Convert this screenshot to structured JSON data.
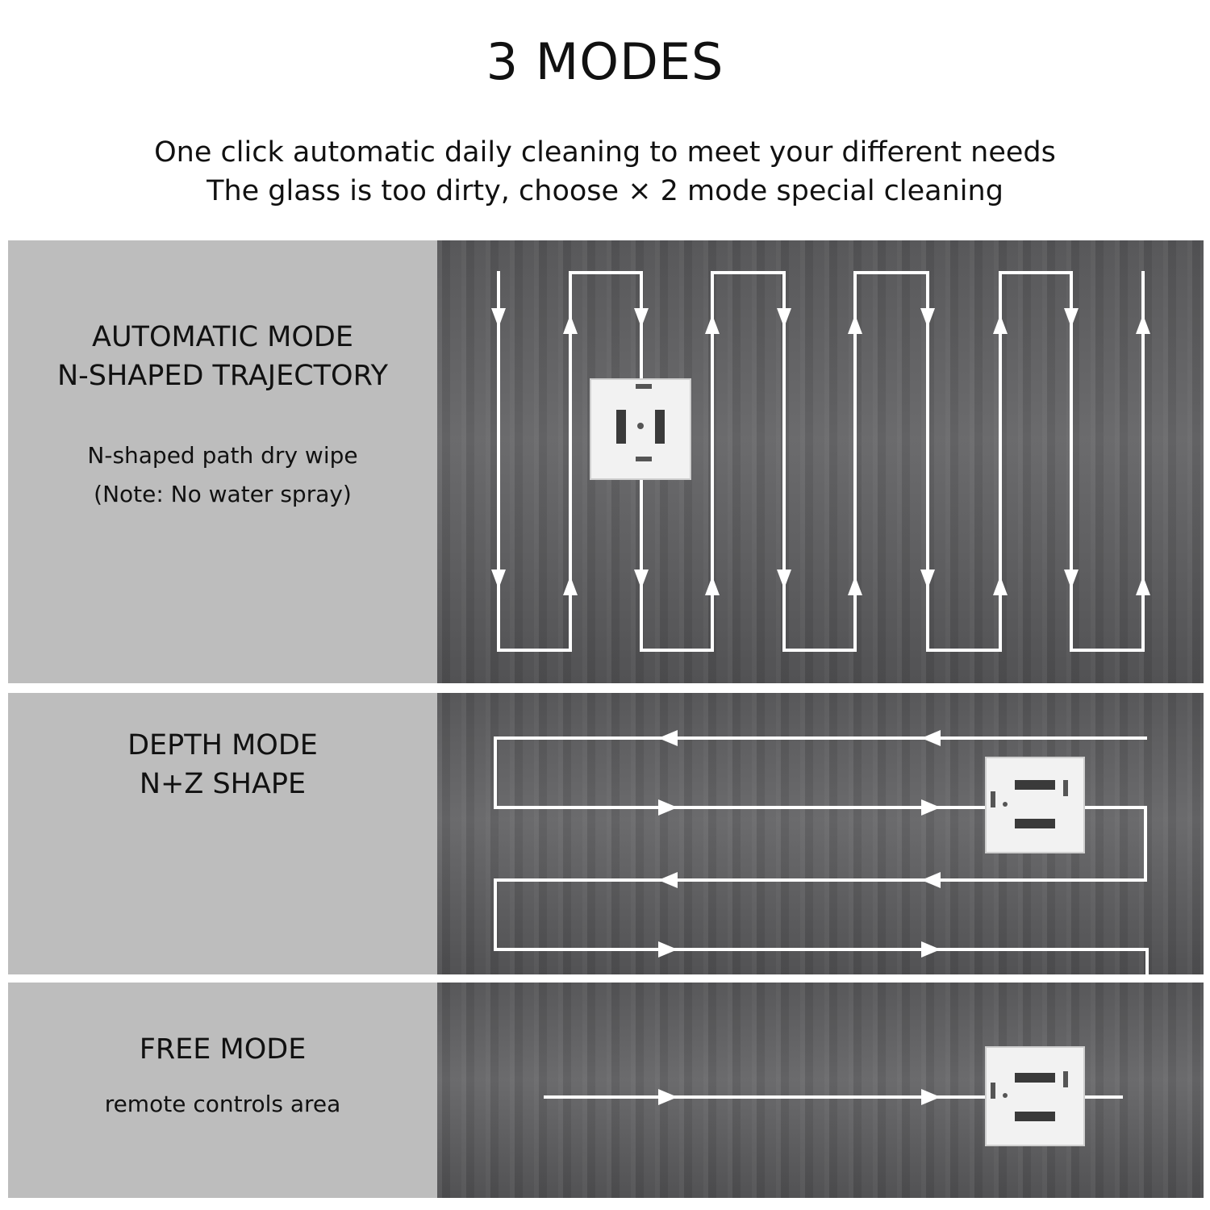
{
  "header": {
    "title": "3 MODES",
    "subtitle_line1": "One click automatic daily cleaning to meet your different needs",
    "subtitle_line2": "The glass is too dirty, choose × 2 mode special cleaning"
  },
  "modes": [
    {
      "name": "AUTOMATIC MODE",
      "shape": "N-SHAPED TRAJECTORY",
      "desc_line1": "N-shaped path dry wipe",
      "desc_line2": "(Note: No water spray)"
    },
    {
      "name": "DEPTH MODE",
      "shape": "N+Z SHAPE"
    },
    {
      "name": "FREE MODE",
      "desc_line1": "remote controls area"
    }
  ],
  "colors": {
    "label_bg": "#bdbdbd",
    "path": "#ffffff"
  }
}
